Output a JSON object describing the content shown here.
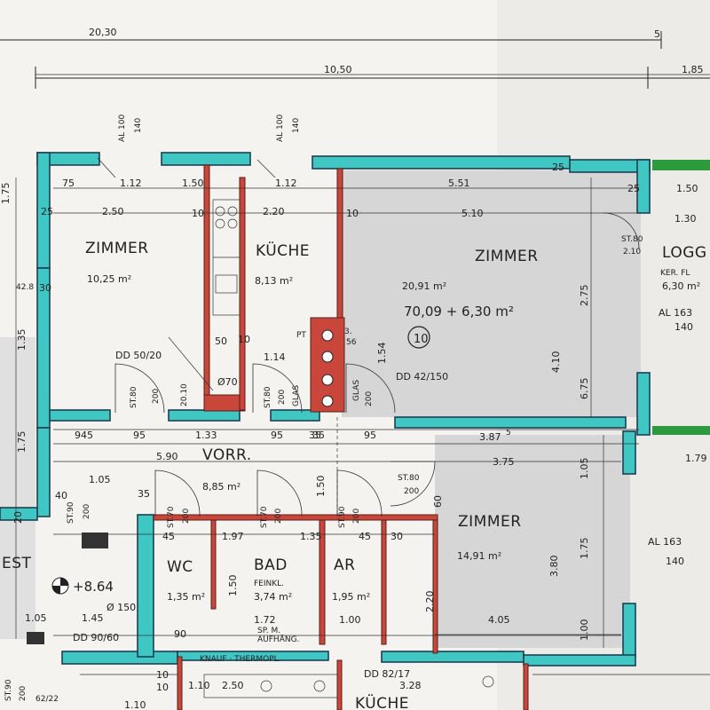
{
  "top_dims": {
    "d1": "20,30",
    "d2": "5",
    "d3": "10,50",
    "d4": "1,85"
  },
  "window_labels": {
    "w1a": "AL 100",
    "w1b": "140",
    "w2a": "AL 100",
    "w2b": "140",
    "w3a": "AL 163",
    "w3b": "140",
    "w4a": "AL 163",
    "w4b": "140"
  },
  "rooms": {
    "zimmer1": {
      "name": "ZIMMER",
      "area": "10,25 m²"
    },
    "kueche": {
      "name": "KÜCHE",
      "area": "8,13 m²"
    },
    "zimmer2": {
      "name": "ZIMMER",
      "area": "20,91 m²",
      "total": "70,09 + 6,30 m²",
      "unit_no": "10"
    },
    "logo": {
      "name": "LOGG",
      "sub": "KER. FL",
      "area": "6,30 m²"
    },
    "vorr": {
      "name": "VORR.",
      "area": "8,85 m²"
    },
    "zimmer3": {
      "name": "ZIMMER",
      "area": "14,91 m²"
    },
    "wc": {
      "name": "WC",
      "area": "1,35 m²"
    },
    "bad": {
      "name": "BAD",
      "sub": "FEINKL.",
      "area": "3,74 m²"
    },
    "ar": {
      "name": "AR",
      "area": "1,95 m²"
    },
    "kueche_bottom": {
      "name": "KÜCHE"
    },
    "est": {
      "name": "EST"
    }
  },
  "dims": {
    "a1": "75",
    "a2": "1.12",
    "a3": "1.50",
    "a4": "1.12",
    "a5": "5.51",
    "a6": "25",
    "a7": "25",
    "a8": "1.50",
    "b1": "25",
    "b2": "2.50",
    "b3": "10",
    "b4": "2.20",
    "b5": "10",
    "b6": "5.10",
    "b7": "1.30",
    "c1": "50",
    "c2": "10",
    "c3": "1.14",
    "c4": "1.54",
    "pt": "PT",
    "pt2": "3.",
    "pt3": "56",
    "dd1": "DD 50/20",
    "dd2": "DD 42/150",
    "dd3": "DD 90/60",
    "dd4": "DD 82/17",
    "d70": "Ø70",
    "st1": "ST.80",
    "st1b": "200",
    "st2": "20.10",
    "st3": "ST.80",
    "st3b": "200",
    "st3c": "GLAS",
    "st4": "GLAS",
    "st4b": "200",
    "e1": "945",
    "e2": "95",
    "e3": "1.33",
    "e4": "95",
    "e5": "35",
    "e6": "95",
    "e7": "3.87",
    "e8": "5",
    "f1": "5.90",
    "f2": "3.75",
    "g1": "1.05",
    "g2": "35",
    "g3": "1.50",
    "g4": "ST.80",
    "g5": "200",
    "g6": "60",
    "g7": "1.05",
    "h1": "45",
    "h2": "1.97",
    "h3": "1.35",
    "h4": "45",
    "h5": "30",
    "h6": "1.75",
    "i1": "2.20",
    "i2": "1.50",
    "i3": "3.80",
    "j1": "Ø 150",
    "j2": "1.72",
    "j3": "1.00",
    "j4": "4.05",
    "j5": "1.00",
    "k1": "1.05",
    "k2": "1.45",
    "k3": "90",
    "sp": "SP. M.",
    "sp2": "AUFHÄNG.",
    "knauf": "KNAUF · THERMOPL.",
    "l1": "3.28",
    "l2": "2.50",
    "l3": "1.10",
    "r1": "2.75",
    "r2": "4.10",
    "r3": "6.75",
    "r4": "2.10",
    "r5": "ST.80",
    "left1": "1.75",
    "left2": "1.35",
    "left3": "42.8",
    "left4": "30",
    "left5": "1.75",
    "left6": "ST.90",
    "left7": "200",
    "left8": "40",
    "left9": "20",
    "left10": "ST.90",
    "left11": "200",
    "left12": "62/22",
    "st70a": "ST.70",
    "st70b": "200",
    "st70c": "ST.70",
    "st70d": "200",
    "st90a": "ST.90",
    "st90b": "200",
    "plus": "+8.64",
    "right1": "1.79",
    "d5": "35",
    "dd5": "1.10",
    "ten_a": "10",
    "ten_b": "10"
  },
  "colors": {
    "wall": "#3fc7c4",
    "interior_wall": "#c8463a",
    "balcony": "#d6d6d6",
    "green_rail": "#2e9a3e"
  }
}
